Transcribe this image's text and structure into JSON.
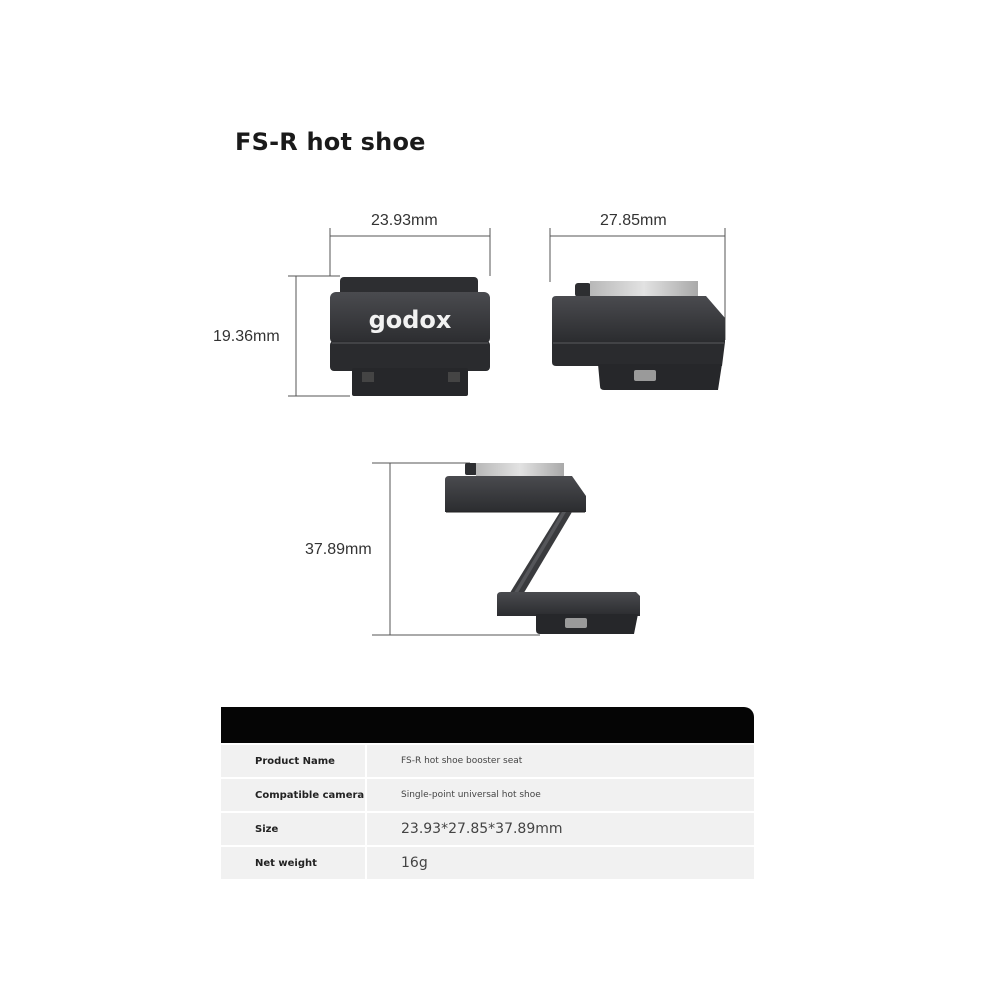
{
  "title": "FS-R hot shoe",
  "brand_logo_text": "Godox",
  "dimensions": {
    "width": "23.93mm",
    "depth": "27.85mm",
    "height": "19.36mm",
    "extended_height": "37.89mm"
  },
  "specs": [
    {
      "label": "Product Name",
      "value": "FS-R hot shoe booster seat",
      "size": "small"
    },
    {
      "label": "Compatible camera",
      "value": "Single-point universal hot shoe",
      "size": "small"
    },
    {
      "label": "Size",
      "value": "23.93*27.85*37.89mm",
      "size": "large"
    },
    {
      "label": "Net weight",
      "value": "16g",
      "size": "large"
    }
  ],
  "colors": {
    "device_body": "#3a3b3e",
    "device_dark": "#222326",
    "metal_plate": "#c9c9c9",
    "table_header": "#050505",
    "table_row": "#f1f1f1"
  }
}
